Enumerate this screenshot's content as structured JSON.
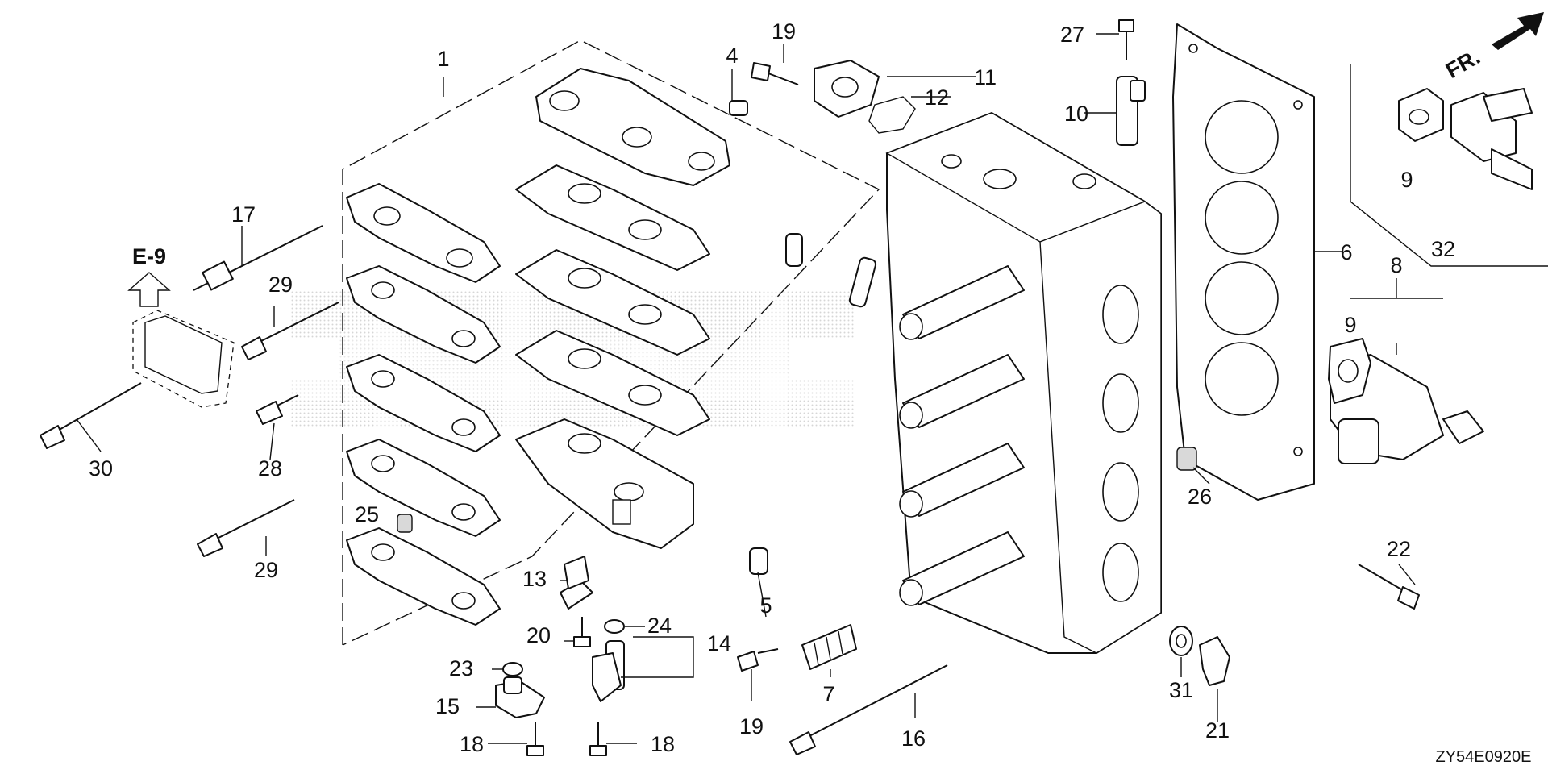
{
  "diagram": {
    "code": "ZY54E0920E",
    "ref": "E-9",
    "front": "FR.",
    "callouts": [
      "1",
      "4",
      "5",
      "6",
      "7",
      "8",
      "9",
      "9",
      "10",
      "11",
      "12",
      "13",
      "14",
      "15",
      "16",
      "17",
      "18",
      "18",
      "19",
      "19",
      "20",
      "21",
      "22",
      "23",
      "24",
      "25",
      "26",
      "27",
      "28",
      "29",
      "29",
      "30",
      "31",
      "32"
    ]
  }
}
